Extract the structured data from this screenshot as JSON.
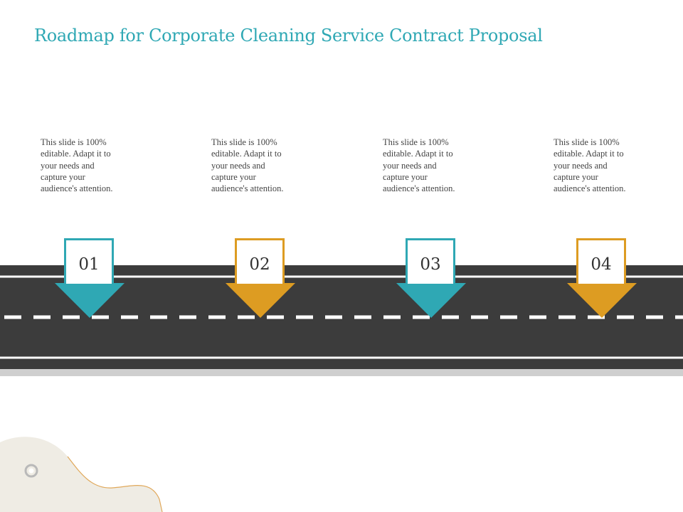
{
  "slide": {
    "title": "Roadmap for Corporate Cleaning Service Contract Proposal"
  },
  "colors": {
    "teal": "#2fa8b4",
    "gold": "#dd9c22",
    "road": "#3c3c3c",
    "road_edge": "#c8c8c8"
  },
  "steps": [
    {
      "number": "01",
      "description": "This slide is 100%\neditable. Adapt it to\nyour needs and\ncapture your\naudience's attention.",
      "color": "#2fa8b4"
    },
    {
      "number": "02",
      "description": "This slide is 100%\neditable. Adapt it to\nyour needs and\ncapture your\naudience's attention.",
      "color": "#dd9c22"
    },
    {
      "number": "03",
      "description": "This slide is 100%\neditable. Adapt it to\nyour needs and\ncapture your\naudience's attention.",
      "color": "#2fa8b4"
    },
    {
      "number": "04",
      "description": "This slide is 100%\neditable. Adapt it to\nyour needs and\ncapture your\naudience's attention.",
      "color": "#dd9c22"
    }
  ]
}
